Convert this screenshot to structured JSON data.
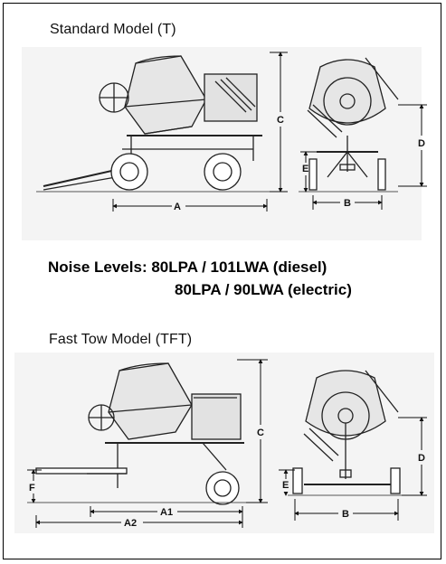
{
  "titles": {
    "standard": "Standard Model (T)",
    "fast_tow": "Fast Tow Model (TFT)"
  },
  "noise": {
    "line1": "Noise Levels: 80LPA / 101LWA (diesel)",
    "line2": "80LPA / 90LWA (electric)"
  },
  "dimensions_standard": {
    "a": "A",
    "b": "B",
    "c": "C",
    "d": "D",
    "e": "E"
  },
  "dimensions_fast_tow": {
    "a1": "A1",
    "a2": "A2",
    "b": "B",
    "c": "C",
    "d": "D",
    "e": "E",
    "f": "F"
  }
}
